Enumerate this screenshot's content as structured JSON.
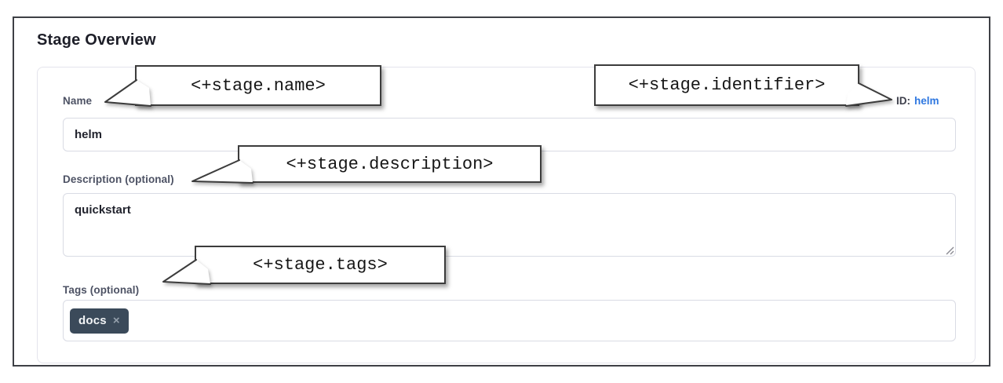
{
  "section": {
    "title": "Stage Overview"
  },
  "fields": {
    "name": {
      "label": "Name",
      "value": "helm"
    },
    "id": {
      "label": "ID:",
      "value": "helm"
    },
    "description": {
      "label": "Description (optional)",
      "value": "quickstart"
    },
    "tags": {
      "label": "Tags (optional)"
    }
  },
  "tags": [
    {
      "text": "docs",
      "remove": "×"
    }
  ],
  "callouts": {
    "name": "<+stage.name>",
    "identifier": "<+stage.identifier>",
    "description": "<+stage.description>",
    "tags": "<+stage.tags>"
  },
  "colors": {
    "link_blue": "#2e77e0",
    "tag_background": "#3b4a5a",
    "frame_border": "#3e4045",
    "label_slate": "#4d5264"
  }
}
